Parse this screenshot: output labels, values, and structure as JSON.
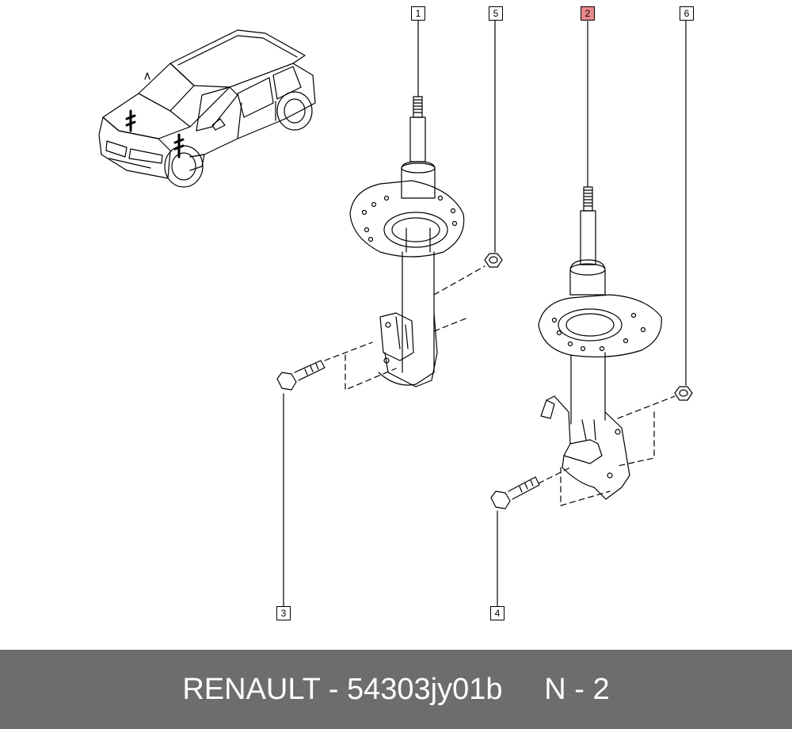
{
  "callouts": [
    {
      "id": "c1",
      "label": "1",
      "highlighted": false
    },
    {
      "id": "c2",
      "label": "2",
      "highlighted": true
    },
    {
      "id": "c3",
      "label": "3",
      "highlighted": false
    },
    {
      "id": "c4",
      "label": "4",
      "highlighted": false
    },
    {
      "id": "c5",
      "label": "5",
      "highlighted": false
    },
    {
      "id": "c6",
      "label": "6",
      "highlighted": false
    }
  ],
  "footer": {
    "text": "RENAULT - 54303jy01b     N - 2"
  },
  "colors": {
    "highlight": "#e8898c",
    "footer_bg": "#6d6d6d",
    "footer_text": "#ffffff",
    "line": "#000000"
  }
}
